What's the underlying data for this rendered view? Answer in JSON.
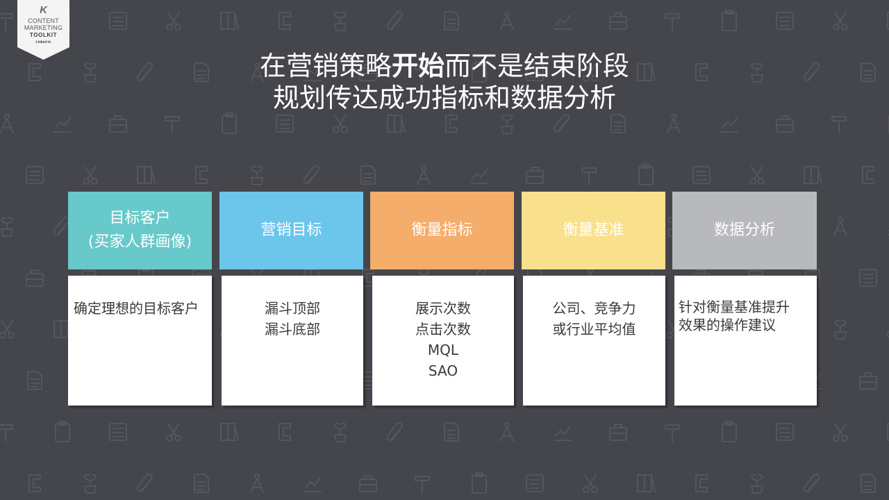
{
  "badge": {
    "mark": "K",
    "line1": "CONTENT",
    "line2": "MARKETING",
    "line3": "TOOLKIT",
    "line4": "Linked in"
  },
  "title": {
    "line1_before": "在营销策略",
    "line1_bold": "开始",
    "line1_after": "而不是结束阶段",
    "line2": "规划传达成功指标和数据分析"
  },
  "columns": [
    {
      "header": [
        "目标客户",
        "(买家人群画像)"
      ],
      "header_color": "#67c9c9",
      "body": [
        "确定理想的目标客户"
      ]
    },
    {
      "header": [
        "营销目标"
      ],
      "header_color": "#6cc6ec",
      "body": [
        "漏斗顶部",
        "漏斗底部"
      ]
    },
    {
      "header": [
        "衡量指标"
      ],
      "header_color": "#f4ad6b",
      "body": [
        "展示次数",
        "点击次数",
        "MQL",
        "SAO"
      ]
    },
    {
      "header": [
        "衡量基准"
      ],
      "header_color": "#f9e08c",
      "body": [
        "公司、竞争力",
        "或行业平均值"
      ]
    },
    {
      "header": [
        "数据分析"
      ],
      "header_color": "#b8b9bd",
      "body": [
        "针对衡量基准提升",
        "效果的操作建议"
      ]
    }
  ],
  "icons": [
    "hammer-icon",
    "clipboard-icon",
    "list-icon",
    "scissors-icon",
    "binder-icon",
    "clamp-icon",
    "plant-icon",
    "paperclip-icon",
    "document-icon",
    "compass-icon",
    "chart-icon",
    "briefcase-icon"
  ]
}
